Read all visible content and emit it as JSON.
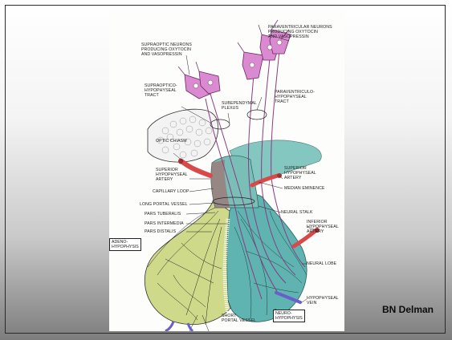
{
  "labels": {
    "paraventricular_neurons": "PARAVENTRICULAR NEURONS\nPRODUCING OXYTOCIN\nAND VASOPRESSIN",
    "supraoptic_neurons": "SUPRAOPTIC NEURONS\nPRODUCING OXYTOCIN\nAND VASOPRESSIN",
    "supraoptico_tract": "SUPRAOPTICO-\nHYPOPHYSEAL\nTRACT",
    "subependymal_plexus": "SUBEPENDYMAL\nPLEXUS",
    "paraventriculo_tract": "PARAVENTRICULO-\nHYPOPHYSEAL\nTRACT",
    "optic_chiasm": "OPTIC CHIASM",
    "superior_artery_left": "SUPERIOR\nHYPOPHYSEAL\nARTERY",
    "superior_artery_right": "SUPERIOR\nHYPOPHYSEAL\nARTERY",
    "median_eminence": "MEDIAN EMINENCE",
    "capillary_loop": "CAPILLARY LOOP",
    "long_portal_vessel": "LONG PORTAL VESSEL",
    "pars_tuberalis": "PARS TUBERALIS",
    "pars_intermedia": "PARS INTERMEDIA",
    "pars_distalis": "PARS DISTALIS",
    "neural_stalk": "NEURAL STALK",
    "inferior_artery": "INFERIOR\nHYPOPHYSEAL\nARTERY",
    "neural_lobe": "NEURAL LOBE",
    "hypophyseal_vein": "HYPOPHYSEAL\nVEIN",
    "short_portal_vessel": "SHORT\nPORTAL VESSEL",
    "adenohypophysis": "ADENO-\nHYPOPHYSIS",
    "neurohypophysis": "NEURO-\nHYPOPHYSIS"
  },
  "credit": "BN Delman",
  "colors": {
    "adenohypophysis_fill": "#cfd98a",
    "neurohypophysis_fill": "#5fb3b0",
    "neuron_fill": "#d98ad0",
    "artery": "#d84a4a",
    "vein": "#6a5fc9"
  }
}
